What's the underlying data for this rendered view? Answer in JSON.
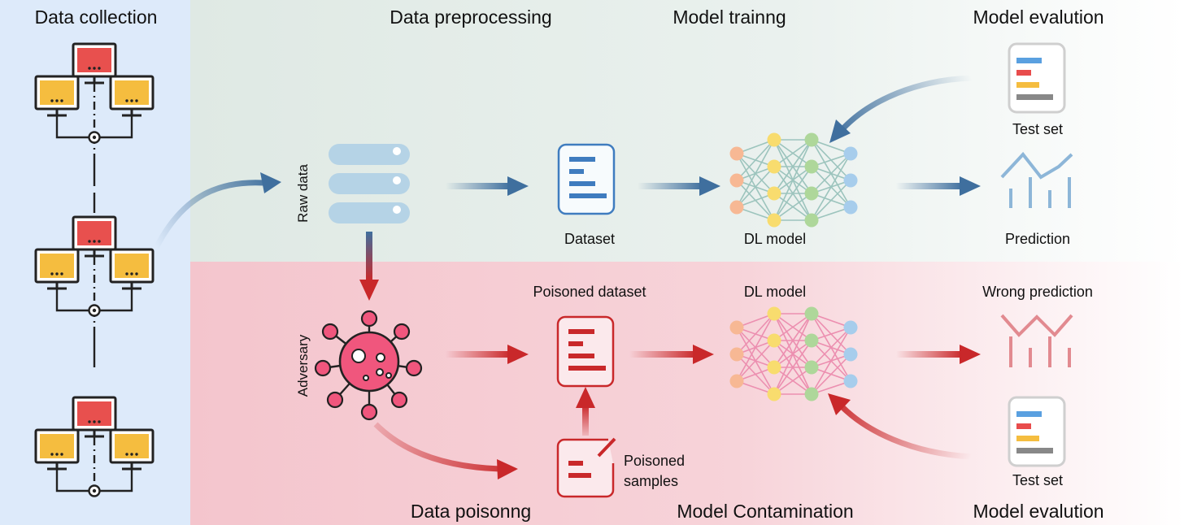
{
  "headings": {
    "data_collection": "Data collection",
    "data_preprocessing": "Data preprocessing",
    "model_training": "Model trainng",
    "model_evaluation_top": "Model evalution",
    "data_poisoning": "Data poisonng",
    "model_contamination": "Model Contamination",
    "model_evaluation_bottom": "Model evalution"
  },
  "clean_pipeline": {
    "raw_data_label": "Raw data",
    "dataset_label": "Dataset",
    "dl_model_label": "DL model",
    "test_set_label": "Test set",
    "prediction_label": "Prediction"
  },
  "poisoned_pipeline": {
    "adversary_label": "Adversary",
    "poisoned_dataset_label": "Poisoned dataset",
    "dl_model_label": "DL model",
    "wrong_prediction_label": "Wrong prediction",
    "poisoned_samples_line1": "Poisoned",
    "poisoned_samples_line2": "samples",
    "test_set_label": "Test set"
  },
  "colors": {
    "collection_panel": "#ddeafa",
    "clean_panel": "#e6eee9",
    "poison_panel": "#f5cad1",
    "blue_arrow": "#3f6f9e",
    "red_arrow": "#c9282a",
    "server_blue": "#b5d3e6",
    "monitor_red": "#e8504e",
    "monitor_yellow": "#f5bd3f",
    "virus_pink": "#f0567d"
  },
  "icons": [
    "computer-icon",
    "server-icon",
    "document-icon",
    "neural-network-icon",
    "chart-icon",
    "virus-icon",
    "report-icon"
  ]
}
